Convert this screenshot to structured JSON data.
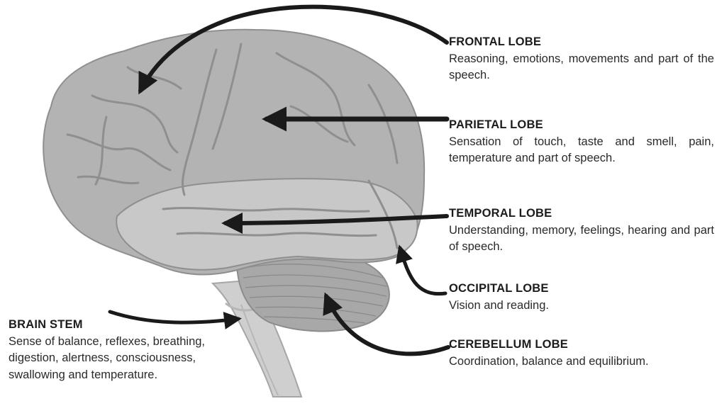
{
  "labels": {
    "frontal": {
      "title": "FRONTAL LOBE",
      "desc": "Reasoning, emotions, movements and part of the speech."
    },
    "parietal": {
      "title": "PARIETAL LOBE",
      "desc": "Sensation of touch, taste and smell, pain, temperature and part of speech."
    },
    "temporal": {
      "title": "TEMPORAL LOBE",
      "desc": "Understanding, memory, feelings, hearing and part of speech."
    },
    "occipital": {
      "title": "OCCIPITAL LOBE",
      "desc": "Vision and reading."
    },
    "cerebellum": {
      "title": "CEREBELLUM LOBE",
      "desc": "Coordination, balance and equilibrium."
    },
    "stem": {
      "title": "BRAIN STEM",
      "desc": "Sense of balance, reflexes, breathing, digestion, alertness, consciousness, swallowing and temperature."
    }
  },
  "colors": {
    "cerebrum": "#b3b3b3",
    "cerebrum_light": "#c8c8c8",
    "sulci": "#8f8f8f",
    "cerebellum": "#a8a8a8",
    "stem": "#cfcfcf",
    "arrow": "#1a1a1a"
  }
}
